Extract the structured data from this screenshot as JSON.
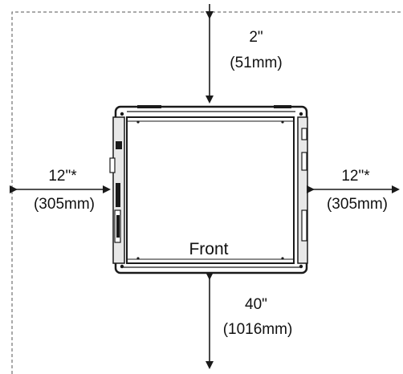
{
  "colors": {
    "line": "#1a1a1a",
    "dashed_border": "#555555",
    "unit_outer": "#ffffff",
    "side_panel": "#e8e8e8"
  },
  "labels": {
    "top_in": "2\"",
    "top_mm": "(51mm)",
    "left_in": "12\"*",
    "left_mm": "(305mm)",
    "right_in": "12\"*",
    "right_mm": "(305mm)",
    "bottom_in": "40\"",
    "bottom_mm": "(1016mm)",
    "front": "Front"
  },
  "icons": {
    "arrow": "arrowhead-icon"
  }
}
